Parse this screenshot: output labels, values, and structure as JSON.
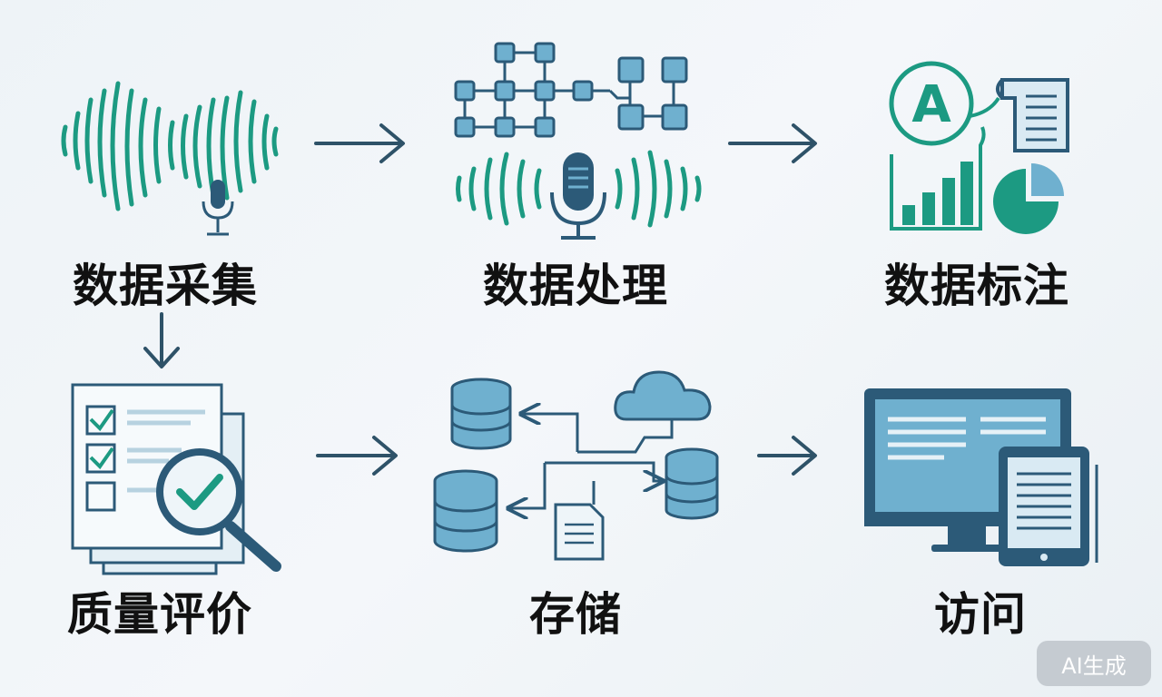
{
  "stages": {
    "collection": "数据采集",
    "processing": "数据处理",
    "annotation": "数据标注",
    "quality": "质量评价",
    "storage": "存储",
    "access": "访问"
  },
  "annotation_letter": "A",
  "badge": "AI生成",
  "colors": {
    "teal": "#1c9a82",
    "navy": "#2c5a78",
    "light_blue": "#6fb0cf",
    "arrow": "#2e5268",
    "text": "#111111"
  },
  "icons": [
    "sound-wave-icon",
    "microphone-icon",
    "node-graph-icon",
    "letter-a-icon",
    "document-icon",
    "bar-chart-icon",
    "pie-chart-icon",
    "checklist-icon",
    "magnifier-check-icon",
    "database-icon",
    "cloud-icon",
    "monitor-icon",
    "tablet-icon"
  ]
}
